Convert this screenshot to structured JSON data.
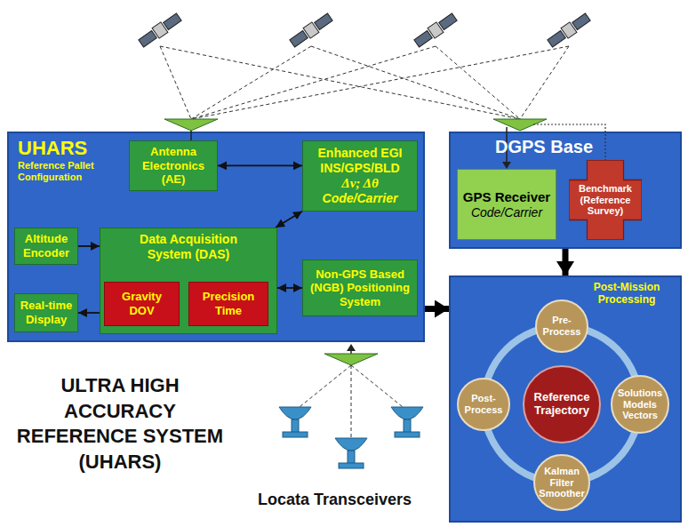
{
  "diagram": {
    "title": "ULTRA HIGH ACCURACY REFERENCE SYSTEM (UHARS)",
    "nodes": [
      {
        "text": [
          "UHARS",
          "Reference Pallet Configuration"
        ]
      },
      {
        "text": [
          "Antenna Electronics (AE)"
        ],
        "in": 0
      },
      {
        "text": [
          "Enhanced EGI INS/GPS/BLD",
          "Δν; Δθ",
          "Code/Carrier"
        ],
        "in": 0
      },
      {
        "text": [
          "Altitude Encoder"
        ],
        "in": 0
      },
      {
        "text": [
          "Data Acquisition System (DAS)"
        ],
        "in": 0
      },
      {
        "text": [
          "Gravity DOV"
        ],
        "in": 4
      },
      {
        "text": [
          "Precision Time"
        ],
        "in": 4
      },
      {
        "text": [
          "Non-GPS Based (NGB) Positioning System"
        ],
        "in": 0
      },
      {
        "text": [
          "Real-time Display"
        ],
        "in": 0
      },
      {
        "text": [
          "DGPS Base"
        ]
      },
      {
        "text": [
          "GPS Receiver",
          "Code/Carrier"
        ],
        "in": 9
      },
      {
        "text": [
          "Benchmark (Reference Survey)"
        ],
        "in": 9
      },
      {
        "text": [
          "Post-Mission Processing"
        ]
      },
      {
        "text": [
          "Pre-Process"
        ],
        "in": 12
      },
      {
        "text": [
          "Post-Process"
        ],
        "in": 12
      },
      {
        "text": [
          "Reference Trajectory"
        ],
        "in": 12
      },
      {
        "text": [
          "Solutions Models Vectors"
        ],
        "in": 12
      },
      {
        "text": [
          "Kalman Filter Smoother"
        ],
        "in": 12
      }
    ],
    "edges": [
      {
        "from": 1,
        "to": 2,
        "arrow": "both"
      },
      {
        "from": 4,
        "to": 2,
        "arrow": "both"
      },
      {
        "from": 3,
        "to": 4,
        "arrow": "to"
      },
      {
        "from": 4,
        "to": 8,
        "arrow": "to"
      },
      {
        "from": 7,
        "to": 4,
        "arrow": "both"
      },
      {
        "from": 0,
        "to": 12,
        "arrow": "to"
      },
      {
        "from": 9,
        "to": 12,
        "arrow": "to"
      }
    ],
    "labels": [
      "Locata Transceivers"
    ]
  }
}
